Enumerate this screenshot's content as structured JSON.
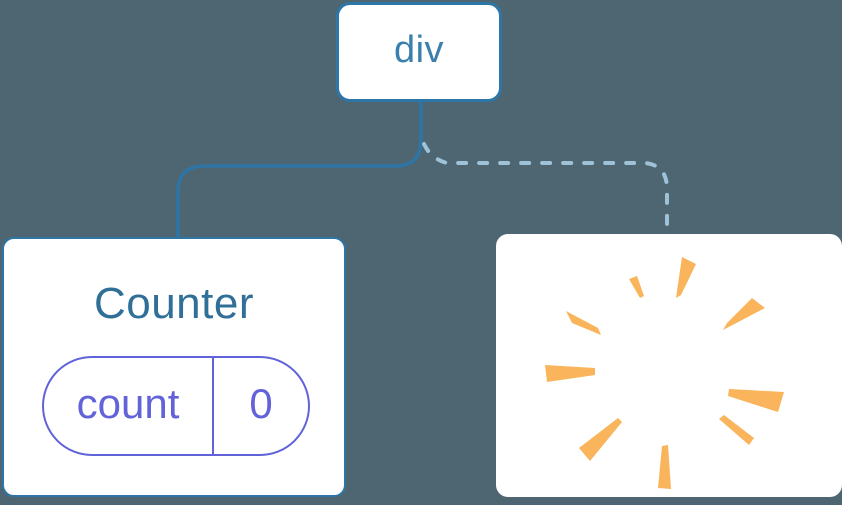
{
  "diagram": {
    "root_node": {
      "label": "div"
    },
    "counter_card": {
      "title": "Counter",
      "state": {
        "key": "count",
        "value": "0"
      }
    },
    "removed_card": {
      "icon": "poof-icon"
    }
  },
  "colors": {
    "background": "#4d6672",
    "card_bg": "#ffffff",
    "node_border": "#2d76a7",
    "node_text": "#3a80ad",
    "counter_title": "#306f97",
    "state_pill": "#6263d8",
    "edge_solid": "#2e75a6",
    "edge_dashed": "#9fc2d8",
    "poof": "#f9b45c"
  }
}
